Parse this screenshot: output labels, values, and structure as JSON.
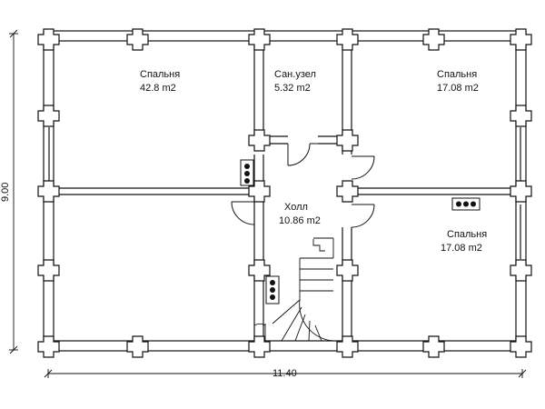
{
  "plan": {
    "rooms": [
      {
        "name": "Спальня",
        "area": "42.8 m2"
      },
      {
        "name": "Сан.узел",
        "area": "5.32 m2"
      },
      {
        "name": "Спальня",
        "area": "17.08 m2"
      },
      {
        "name": "Холл",
        "area": "10.86 m2"
      },
      {
        "name": "Спальня",
        "area": "17.08 m2"
      }
    ],
    "dimensions": {
      "width": "11.40",
      "height": "9.00"
    },
    "colors": {
      "wall": "#111111",
      "background": "#ffffff"
    }
  }
}
